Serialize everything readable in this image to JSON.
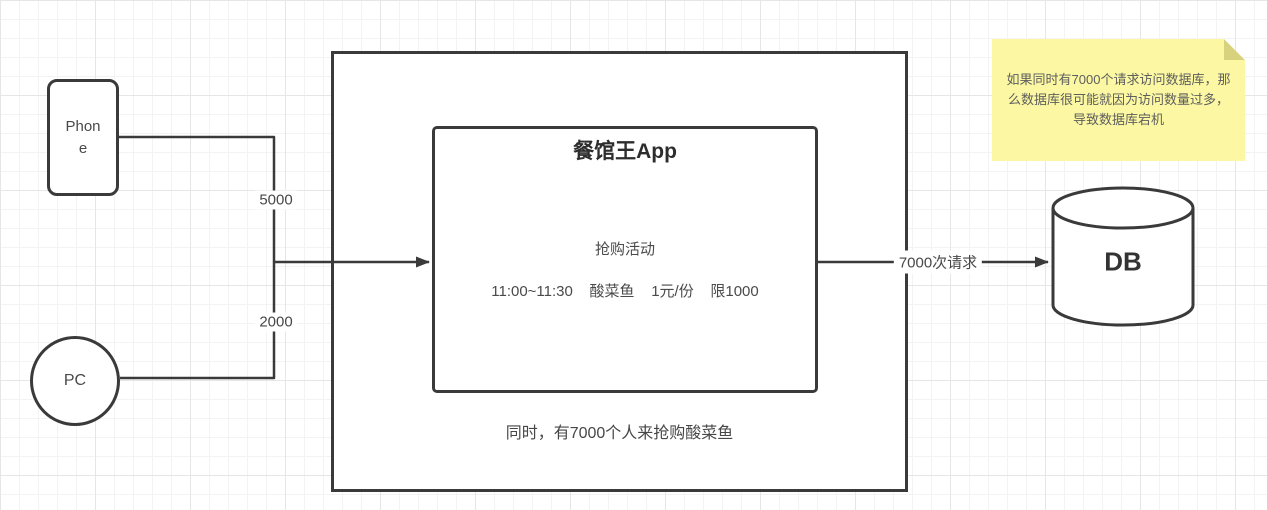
{
  "nodes": {
    "phone": {
      "label": "Phone"
    },
    "pc": {
      "label": "PC"
    },
    "app_container": {
      "caption": "同时，有7000个人来抢购酸菜鱼"
    },
    "app": {
      "title": "餐馆王App",
      "activity_title": "抢购活动",
      "activity_detail": "11:00~11:30    酸菜鱼    1元/份    限1000"
    },
    "db": {
      "label": "DB"
    }
  },
  "edges": {
    "phone_to_app": {
      "label": "5000"
    },
    "pc_to_app": {
      "label": "2000"
    },
    "app_to_db": {
      "label": "7000次请求"
    }
  },
  "note": {
    "text": "如果同时有7000个请求访问数据库，那么数据库很可能就因为访问数量过多，导致数据库宕机"
  },
  "colors": {
    "stroke": "#3a3a3a",
    "text": "#4a4a4a",
    "note_bg": "#fbf7a2",
    "note_fold": "#d8d27f",
    "grid_line": "#e6e6e6"
  }
}
